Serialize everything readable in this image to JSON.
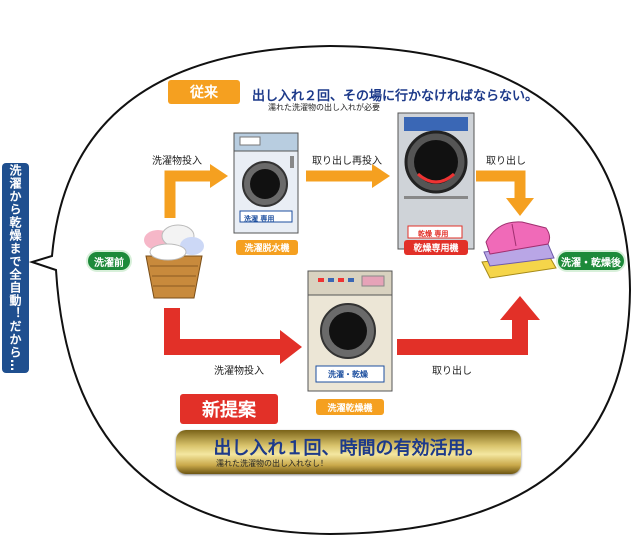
{
  "side_tab": {
    "text": "洗濯から乾燥まで全自動！だから…"
  },
  "start_label": "洗濯前",
  "end_label": "洗濯・乾燥後",
  "old_method": {
    "tag": "従来",
    "headline": "出し入れ２回、その場に行かなければならない。",
    "note": "濡れた洗濯物の出し入れが必要",
    "step1_label": "洗濯物投入",
    "machine1_label": "洗濯脱水機",
    "machine1_panel": "洗濯 専用",
    "step2_label": "取り出し再投入",
    "machine2_label": "乾燥専用機",
    "machine2_panel": "乾燥 専用",
    "step3_label": "取り出し"
  },
  "new_method": {
    "tag": "新提案",
    "step1_label": "洗濯物投入",
    "machine_label": "洗濯乾燥機",
    "machine_panel": "洗濯・乾燥",
    "step2_label": "取り出し",
    "headline": "出し入れ１回、時間の有効活用。",
    "note": "濡れた洗濯物の出し入れなし！"
  },
  "colors": {
    "orange": "#f5a020",
    "red": "#e23028",
    "navy": "#1d3a8a",
    "green": "#1d8a3a"
  }
}
